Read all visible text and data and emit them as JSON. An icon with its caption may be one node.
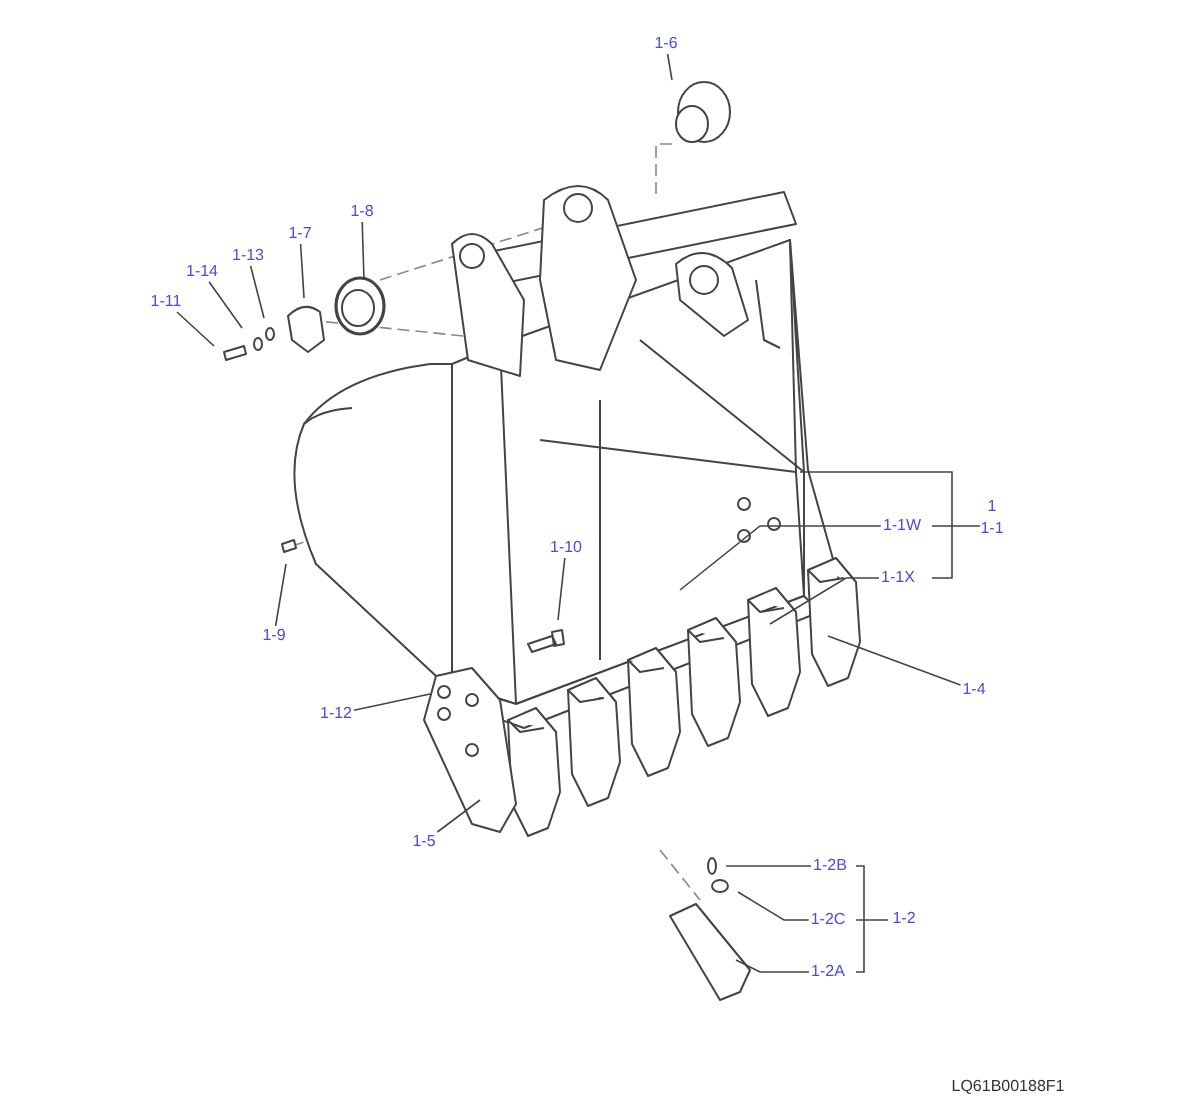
{
  "diagram": {
    "nodes": [
      {
        "text": [
          "1-6"
        ]
      },
      {
        "text": [
          "1-8"
        ]
      },
      {
        "text": [
          "1-7"
        ]
      },
      {
        "text": [
          "1-13"
        ]
      },
      {
        "text": [
          "1-14"
        ]
      },
      {
        "text": [
          "1-11"
        ]
      },
      {
        "text": [
          "1-1W"
        ]
      },
      {
        "text": [
          "1-1X"
        ]
      },
      {
        "text": [
          "1-10"
        ]
      },
      {
        "text": [
          "1-9"
        ]
      },
      {
        "text": [
          "1-4"
        ]
      },
      {
        "text": [
          "1-12"
        ]
      },
      {
        "text": [
          "1-5"
        ]
      },
      {
        "text": [
          "1-2B"
        ]
      },
      {
        "text": [
          "1-2C"
        ]
      },
      {
        "text": [
          "1-2A"
        ]
      }
    ],
    "edges": [
      {
        "from": 0,
        "to": null,
        "arrow": "none"
      },
      {
        "from": 1,
        "to": null,
        "arrow": "none"
      },
      {
        "from": 2,
        "to": null,
        "arrow": "none"
      },
      {
        "from": 3,
        "to": null,
        "arrow": "none"
      },
      {
        "from": 4,
        "to": null,
        "arrow": "none"
      },
      {
        "from": 5,
        "to": null,
        "arrow": "none"
      },
      {
        "from": 6,
        "to": null,
        "arrow": "none"
      },
      {
        "from": 7,
        "to": null,
        "arrow": "none"
      },
      {
        "from": 8,
        "to": null,
        "arrow": "none"
      },
      {
        "from": 9,
        "to": null,
        "arrow": "none"
      },
      {
        "from": 10,
        "to": null,
        "arrow": "none"
      },
      {
        "from": 11,
        "to": null,
        "arrow": "none"
      },
      {
        "from": 12,
        "to": null,
        "arrow": "none"
      },
      {
        "from": 13,
        "to": null,
        "arrow": "none"
      },
      {
        "from": 14,
        "to": null,
        "arrow": "none"
      },
      {
        "from": 15,
        "to": null,
        "arrow": "none"
      }
    ],
    "labels": [
      "1",
      "1-1",
      "1-2",
      "LQ61B00188F1"
    ]
  }
}
